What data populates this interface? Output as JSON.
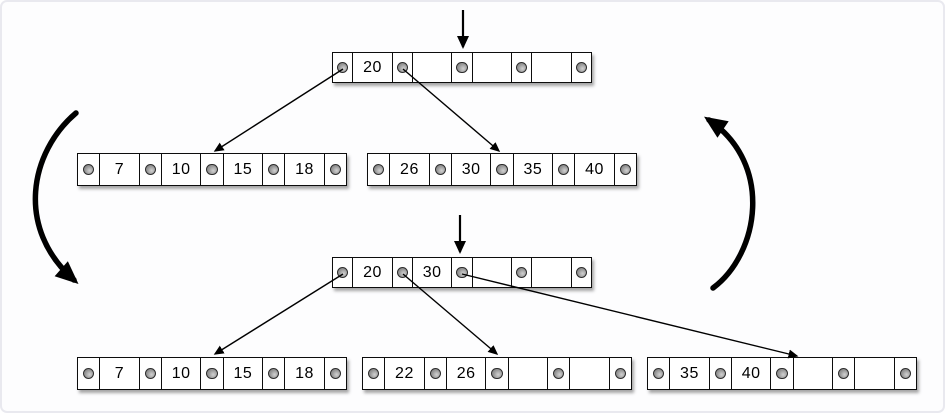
{
  "colors": {
    "background": "#fdfdfe",
    "frame_border": "#e9e9ef",
    "node_fill": "#ffffff",
    "node_border": "#0d0d0d",
    "pointer_dot": "#979797",
    "arrow": "#000000"
  },
  "icons": {
    "pointer_dot": "filled-circle",
    "insert_arrow": "down-arrow",
    "child_link": "line-arrow",
    "transition_left": "thick-curved-arrow-down",
    "transition_right": "thick-curved-arrow-up"
  },
  "states": {
    "top": {
      "root": {
        "keys": [
          "20",
          "",
          "",
          ""
        ]
      },
      "children": [
        {
          "keys": [
            "7",
            "10",
            "15",
            "18"
          ]
        },
        {
          "keys": [
            "26",
            "30",
            "35",
            "40"
          ]
        }
      ]
    },
    "bottom": {
      "root": {
        "keys": [
          "20",
          "30",
          "",
          ""
        ]
      },
      "children": [
        {
          "keys": [
            "7",
            "10",
            "15",
            "18"
          ]
        },
        {
          "keys": [
            "22",
            "26",
            "",
            ""
          ]
        },
        {
          "keys": [
            "35",
            "40",
            "",
            ""
          ]
        }
      ]
    }
  }
}
